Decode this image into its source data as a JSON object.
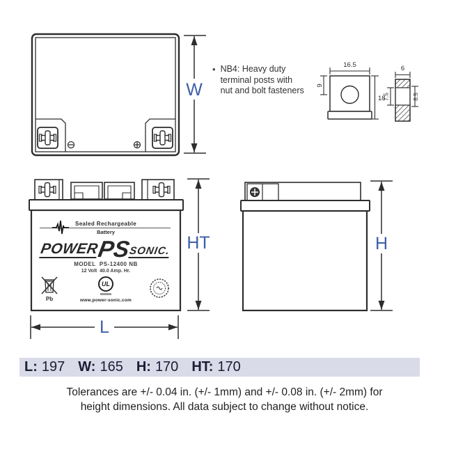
{
  "dim_labels": {
    "w": "W",
    "ht": "HT",
    "h": "H",
    "l": "L"
  },
  "note": {
    "bullet": "•",
    "line1": "NB4: Heavy duty",
    "line2": "terminal posts with",
    "line3": "nut and bolt fasteners"
  },
  "terminal_detail": {
    "front_width": "16.5",
    "hole_offset": "9",
    "front_height": "18",
    "side_width": "6",
    "side_inner_left": "7.5",
    "side_inner_right": "8.5"
  },
  "battery_label": {
    "tagline_top": "Sealed Rechargeable",
    "tagline_bottom": "Battery",
    "brand_power": "POWER",
    "brand_ps": "PS",
    "brand_sonic": "SONIC.",
    "model_line": "MODEL  PS-12400 NB",
    "spec_line": "12 Volt  40.0 Amp. Hr.",
    "pb_text": "Pb",
    "ul_mark": "UL",
    "website": "www.power-sonic.com"
  },
  "dimensions_bar": {
    "items": [
      {
        "label": "L:",
        "value": "197"
      },
      {
        "label": "W:",
        "value": "165"
      },
      {
        "label": "H:",
        "value": "170"
      },
      {
        "label": "HT:",
        "value": "170"
      }
    ]
  },
  "tolerance_note": {
    "line1": "Tolerances are +/- 0.04 in. (+/- 1mm) and +/- 0.08 in. (+/- 2mm) for",
    "line2": "height dimensions. All data subject to change without notice."
  },
  "colors": {
    "accent_blue": "#3d5fa8",
    "bar_bg": "#d9dbe8",
    "line_color": "#2d2d2d"
  }
}
